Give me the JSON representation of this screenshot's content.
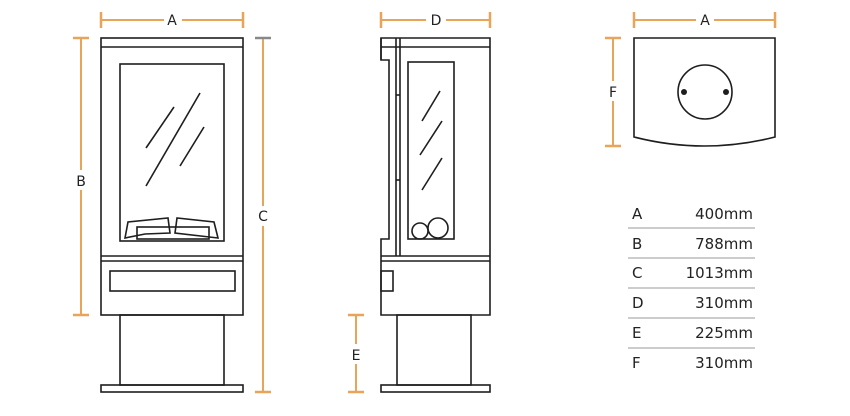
{
  "labels": {
    "front_width": "A",
    "front_height": "B",
    "total_height": "C",
    "side_depth": "D",
    "pedestal_height": "E",
    "top_width": "A",
    "top_depth": "F"
  },
  "dimensions_table": [
    {
      "letter": "A",
      "value": "400mm"
    },
    {
      "letter": "B",
      "value": "788mm"
    },
    {
      "letter": "C",
      "value": "1013mm"
    },
    {
      "letter": "D",
      "value": "310mm"
    },
    {
      "letter": "E",
      "value": "225mm"
    },
    {
      "letter": "F",
      "value": "310mm"
    }
  ],
  "colors": {
    "dimension_line": "#e8a55a",
    "outline": "#1e1e1e",
    "table_rule": "#9a9a9a"
  }
}
